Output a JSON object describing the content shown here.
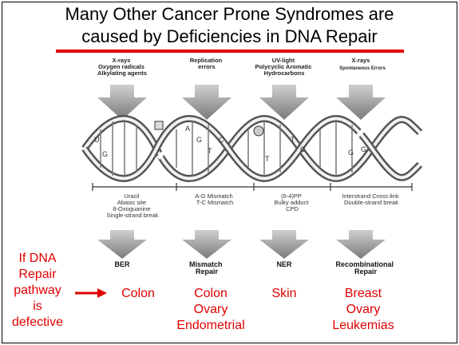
{
  "title": {
    "line1": "Many Other Cancer Prone Syndromes are",
    "line2": "caused by Deficiencies in DNA Repair"
  },
  "sources": [
    {
      "lines": [
        "X-rays",
        "Oxygen radicals",
        "Alkylating agents"
      ]
    },
    {
      "lines": [
        "Replication",
        "errors"
      ]
    },
    {
      "lines": [
        "UV-light",
        "Polycyclic Aromatic",
        "Hydrocarbons"
      ]
    },
    {
      "lines": [
        "X-rays"
      ],
      "extra": "Spontaneous Errors"
    }
  ],
  "helix_letters": [
    "U",
    "G",
    "A",
    "G",
    "T",
    "C",
    "T",
    "T",
    "C",
    "G",
    "G"
  ],
  "damage": [
    {
      "lines": [
        "Uracil",
        "Abasic site",
        "8-Oxoguanine",
        "Single-strand break"
      ]
    },
    {
      "lines": [
        "A-G Mismatch",
        "T-C Mismatch"
      ]
    },
    {
      "lines": [
        "(6-4)PP",
        "Bulky adduct",
        "CPD"
      ]
    },
    {
      "lines": [
        "Interstrand Cross-link",
        "Double-strand break"
      ]
    }
  ],
  "pathways": [
    {
      "lines": [
        "BER"
      ]
    },
    {
      "lines": [
        "Mismatch",
        "Repair"
      ]
    },
    {
      "lines": [
        "NER"
      ]
    },
    {
      "lines": [
        "Recombinational",
        "Repair"
      ]
    }
  ],
  "defect_label": [
    "If DNA",
    "Repair",
    "pathway",
    "is",
    "defective"
  ],
  "cancers": [
    {
      "lines": [
        "Colon"
      ]
    },
    {
      "lines": [
        "Colon",
        "Ovary",
        "Endometrial"
      ]
    },
    {
      "lines": [
        "Skin"
      ]
    },
    {
      "lines": [
        "Breast",
        "Ovary",
        "Leukemias"
      ]
    }
  ],
  "colors": {
    "accent": "#e00000",
    "arrow": "#8c8c8c"
  }
}
